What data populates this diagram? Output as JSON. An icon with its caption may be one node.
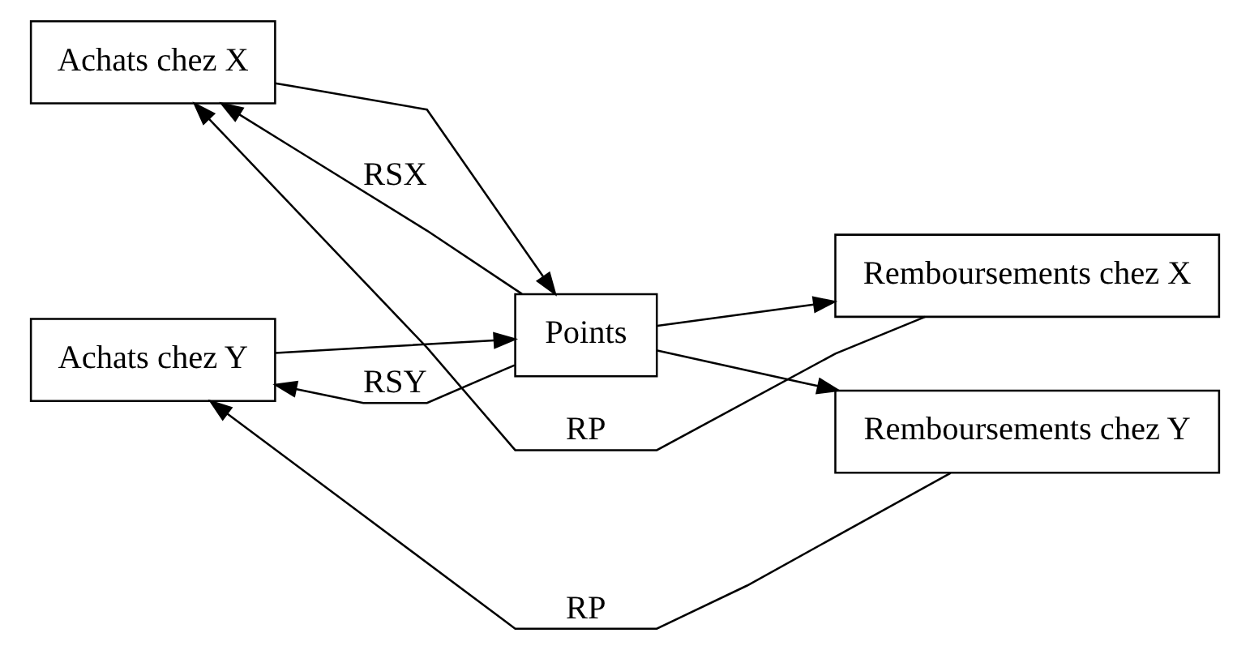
{
  "diagram": {
    "nodes": [
      {
        "text": [
          "Achats chez X"
        ]
      },
      {
        "text": [
          "Achats chez Y"
        ]
      },
      {
        "text": [
          "Points"
        ]
      },
      {
        "text": [
          "Remboursements chez X"
        ]
      },
      {
        "text": [
          "Remboursements chez Y"
        ]
      }
    ],
    "edges": [
      {
        "from": 0,
        "to": 2,
        "arrow": "to"
      },
      {
        "from": 1,
        "to": 2,
        "arrow": "to"
      },
      {
        "from": 2,
        "to": 3,
        "arrow": "to"
      },
      {
        "from": 2,
        "to": 4,
        "arrow": "to"
      },
      {
        "from": 2,
        "to": 0,
        "arrow": "to",
        "label": "RSX"
      },
      {
        "from": 2,
        "to": 1,
        "arrow": "to",
        "label": "RSY"
      },
      {
        "from": 3,
        "to": 0,
        "arrow": "to",
        "label": "RP"
      },
      {
        "from": 4,
        "to": 1,
        "arrow": "to",
        "label": "RP"
      }
    ]
  }
}
